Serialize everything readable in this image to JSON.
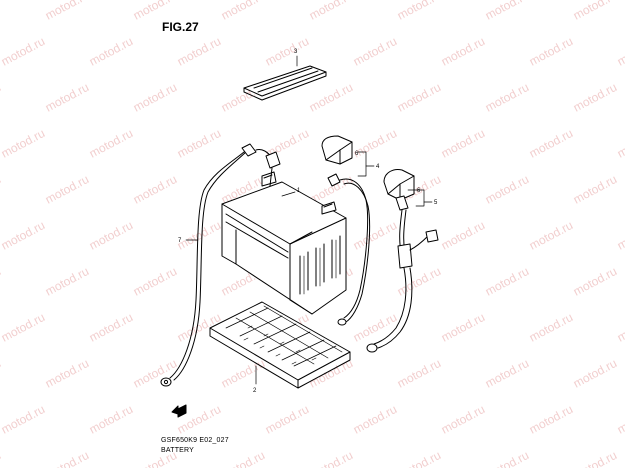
{
  "figure": {
    "title": "FIG.27",
    "code": "GSF650K9 E02_027",
    "name": "BATTERY"
  },
  "watermark": {
    "text": "motod.ru",
    "color": "#f2cfcf"
  },
  "callouts": {
    "battery": "1",
    "tray": "2",
    "band": "3",
    "cable_plus": "4",
    "cable_minus": "5",
    "cap_a": "6",
    "cap_b": "6",
    "lead": "7"
  },
  "colors": {
    "line": "#000000",
    "background": "#ffffff"
  }
}
